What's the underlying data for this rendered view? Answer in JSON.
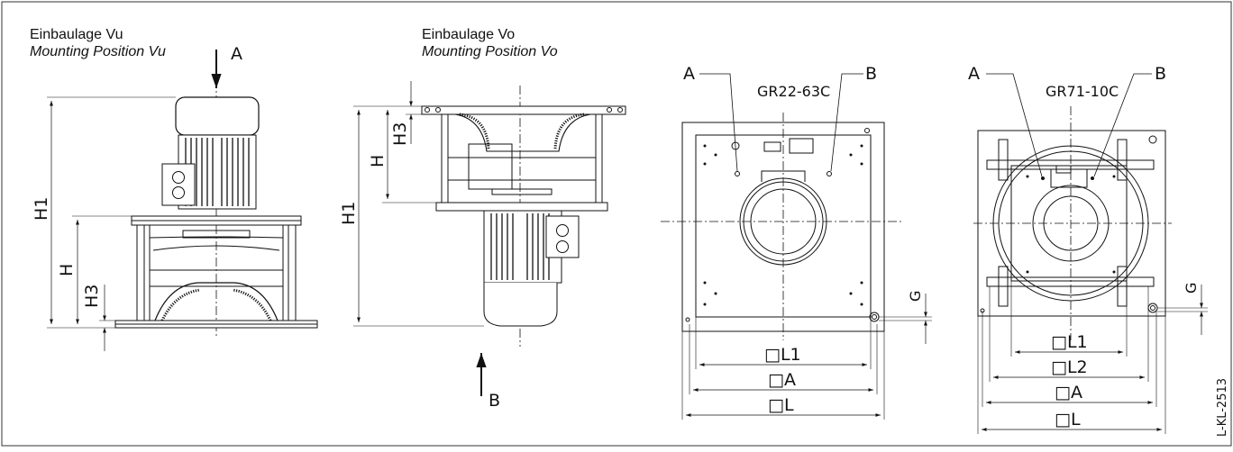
{
  "left_view": {
    "caption_de": "Einbaulage Vu",
    "caption_en": "Mounting Position Vu",
    "arrow_label": "A",
    "dims": {
      "h1": "H1",
      "h": "H",
      "h3": "H3"
    }
  },
  "middle_view": {
    "caption_de": "Einbaulage Vo",
    "caption_en": "Mounting Position Vo",
    "arrow_label": "B",
    "dims": {
      "h1": "H1",
      "h": "H",
      "h3": "H3"
    }
  },
  "plan_view_1": {
    "model": "GR22-63C",
    "label_a": "A",
    "label_b": "B",
    "dims": {
      "l1": "□L1",
      "a": "□A",
      "l": "□L",
      "g": "G"
    }
  },
  "plan_view_2": {
    "model": "GR71-10C",
    "label_a": "A",
    "label_b": "B",
    "dims": {
      "l1": "□L1",
      "l2": "□L2",
      "a": "□A",
      "l": "□L",
      "g": "G"
    }
  },
  "drawing_code": "L-KL-2513"
}
